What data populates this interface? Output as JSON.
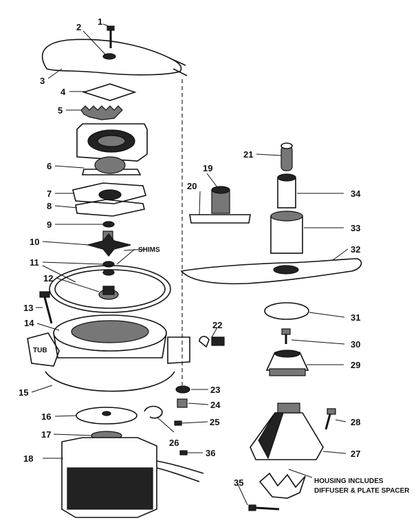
{
  "parts": [
    {
      "no": "1"
    },
    {
      "no": "2"
    },
    {
      "no": "3"
    },
    {
      "no": "4"
    },
    {
      "no": "5"
    },
    {
      "no": "6"
    },
    {
      "no": "7"
    },
    {
      "no": "8"
    },
    {
      "no": "9"
    },
    {
      "no": "10"
    },
    {
      "no": "11"
    },
    {
      "no": "12"
    },
    {
      "no": "13"
    },
    {
      "no": "14"
    },
    {
      "no": "15"
    },
    {
      "no": "16"
    },
    {
      "no": "17"
    },
    {
      "no": "18"
    },
    {
      "no": "19"
    },
    {
      "no": "20"
    },
    {
      "no": "21"
    },
    {
      "no": "22"
    },
    {
      "no": "23"
    },
    {
      "no": "24"
    },
    {
      "no": "25"
    },
    {
      "no": "26"
    },
    {
      "no": "27"
    },
    {
      "no": "28"
    },
    {
      "no": "29"
    },
    {
      "no": "30"
    },
    {
      "no": "31"
    },
    {
      "no": "32"
    },
    {
      "no": "33"
    },
    {
      "no": "34"
    },
    {
      "no": "35"
    },
    {
      "no": "36"
    }
  ],
  "notes": {
    "shims": "SHIMS",
    "tub": "TUB",
    "housing_line1": "HOUSING INCLUDES",
    "housing_line2": "DIFFUSER & PLATE SPACER"
  },
  "colors": {
    "ink": "#111111",
    "paper": "#ffffff"
  }
}
